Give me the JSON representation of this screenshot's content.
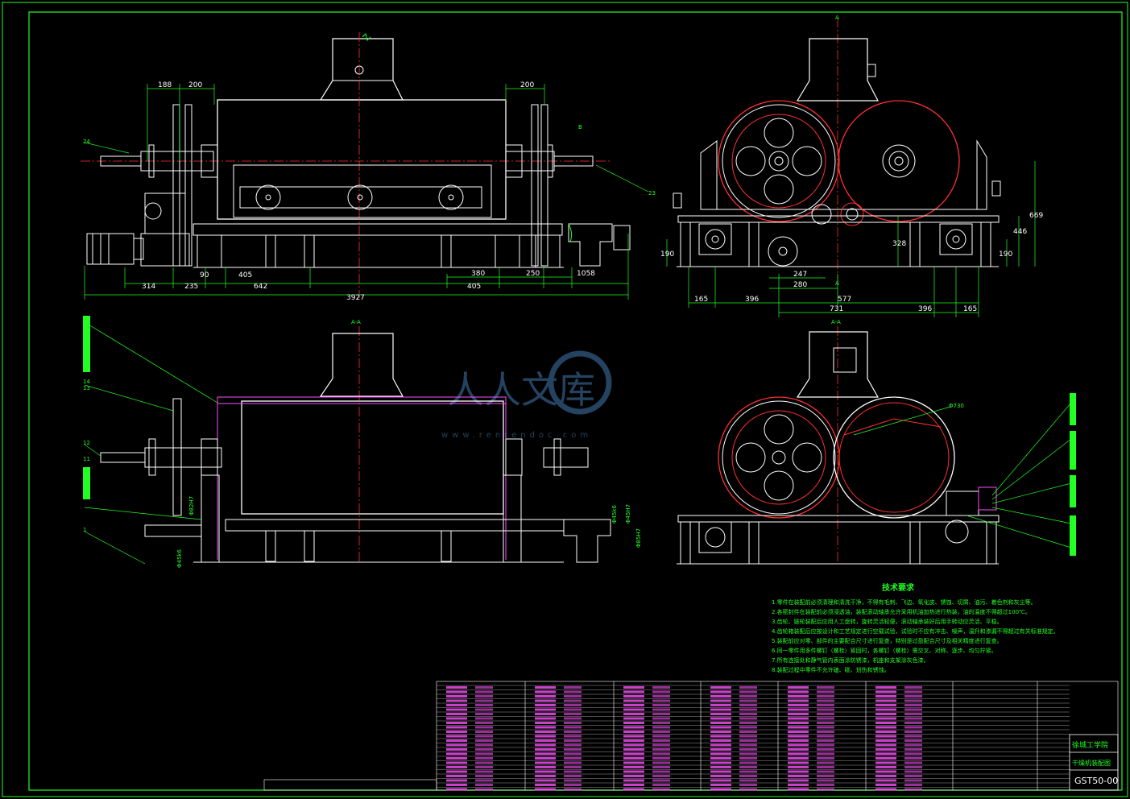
{
  "drawing": {
    "tech_title": "技术要求",
    "notes": [
      "1.零件在装配前必须清理和清洗干净，不得有毛刺、飞边、氧化皮、锈蚀、切屑、油污、着色剂和灰尘等。",
      "2.各密封件在装配前必须浸透油，装配滚动轴承允许采用机油加热进行热装，油的温度不得超过100℃。",
      "3.齿轮、链轮装配后应用人工盘转，旋转灵活轻便，滚动轴承装好后用手转动应灵活、平稳。",
      "4.齿轮箱装配后应按设计和工艺规定进行空载试验，试验时不应有冲击、噪声，温升和渗漏不得超过有关标准规定。",
      "5.装配前应对零、部件的主要配合尺寸进行复查，特别是过盈配合尺寸及相关精度进行复查。",
      "6.同一零件用多件螺钉（螺栓）紧固时，各螺钉（螺栓）需交叉、对称、逐步、均匀拧紧。",
      "7.所有连接处和静气管内表面涂防锈漆，机座和支架涂灰色漆。",
      "8.装配过程中零件不允许磕、碰、划伤和锈蚀。"
    ],
    "school": "徐城工学院",
    "drawing_name": "干燥机装配图",
    "drawing_code": "GST50-00",
    "watermark_main": "人人文库",
    "watermark_sub": "www.renrendoc.com",
    "labels": {
      "section_a_top": "A",
      "section_a_bottom": "A",
      "section_aa_front": "A-A",
      "section_aa_side": "A-A",
      "view_b": "B",
      "part_24": "24",
      "part_23": "23",
      "part_14": "14",
      "part_13": "13",
      "part_12": "12",
      "part_11": "11",
      "part_1": "1",
      "phi730": "Φ730",
      "fit_a": "Φ45k6",
      "fit_b": "Φ45H7",
      "fit_c": "Φ85H7",
      "fit_d": "Φ82H7",
      "fit_e": "Φ45k6"
    },
    "dims_front": {
      "d188": "188",
      "d200a": "200",
      "d200b": "200",
      "d314": "314",
      "d235": "235",
      "d90": "90",
      "d405a": "405",
      "d642": "642",
      "d380": "380",
      "d250": "250",
      "d1058": "1058",
      "d405b": "405",
      "d3927": "3927"
    },
    "dims_side": {
      "d190a": "190",
      "d190b": "190",
      "d328": "328",
      "d446": "446",
      "d669": "669",
      "d247": "247",
      "d280": "280",
      "d165a": "165",
      "d396a": "396",
      "d577": "577",
      "d731": "731",
      "d396b": "396",
      "d165b": "165"
    }
  }
}
